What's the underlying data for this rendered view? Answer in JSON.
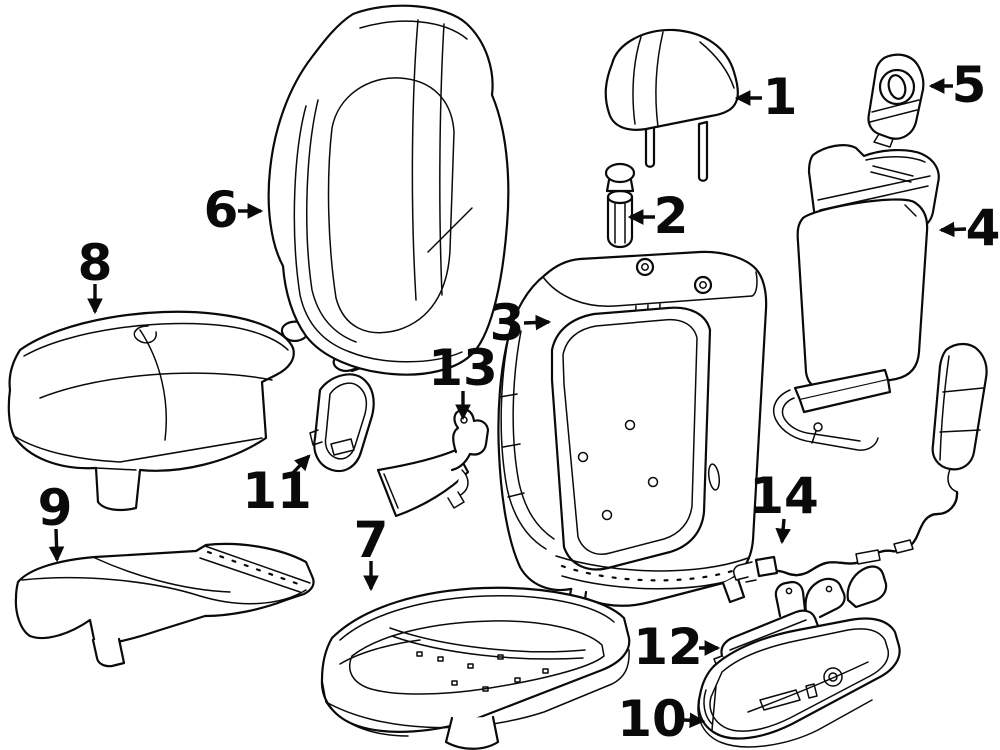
{
  "figure": {
    "kind": "exploded-parts-diagram",
    "subject": "front-seat-components",
    "background_color": "#ffffff",
    "line_color": "#0a0a0a",
    "callouts": [
      {
        "number": "1",
        "part": "headrest",
        "arrow_direction": "left"
      },
      {
        "number": "2",
        "part": "headrest-guide-sleeve",
        "arrow_direction": "left"
      },
      {
        "number": "3",
        "part": "seat-back-frame",
        "arrow_direction": "right"
      },
      {
        "number": "4",
        "part": "seat-back-panel",
        "arrow_direction": "left"
      },
      {
        "number": "5",
        "part": "grommet-bracket",
        "arrow_direction": "left"
      },
      {
        "number": "6",
        "part": "seat-back-cover",
        "arrow_direction": "right"
      },
      {
        "number": "7",
        "part": "seat-cushion-pad",
        "arrow_direction": "down"
      },
      {
        "number": "8",
        "part": "seat-cushion-cover",
        "arrow_direction": "down"
      },
      {
        "number": "9",
        "part": "seat-cushion-shield",
        "arrow_direction": "down"
      },
      {
        "number": "10",
        "part": "outer-side-shield",
        "arrow_direction": "right"
      },
      {
        "number": "11",
        "part": "inner-side-trim",
        "arrow_direction": "up-right"
      },
      {
        "number": "12",
        "part": "seat-adjuster-linkage",
        "arrow_direction": "right"
      },
      {
        "number": "13",
        "part": "mount-bracket",
        "arrow_direction": "down"
      },
      {
        "number": "14",
        "part": "wiring-harness",
        "arrow_direction": "down"
      }
    ]
  }
}
